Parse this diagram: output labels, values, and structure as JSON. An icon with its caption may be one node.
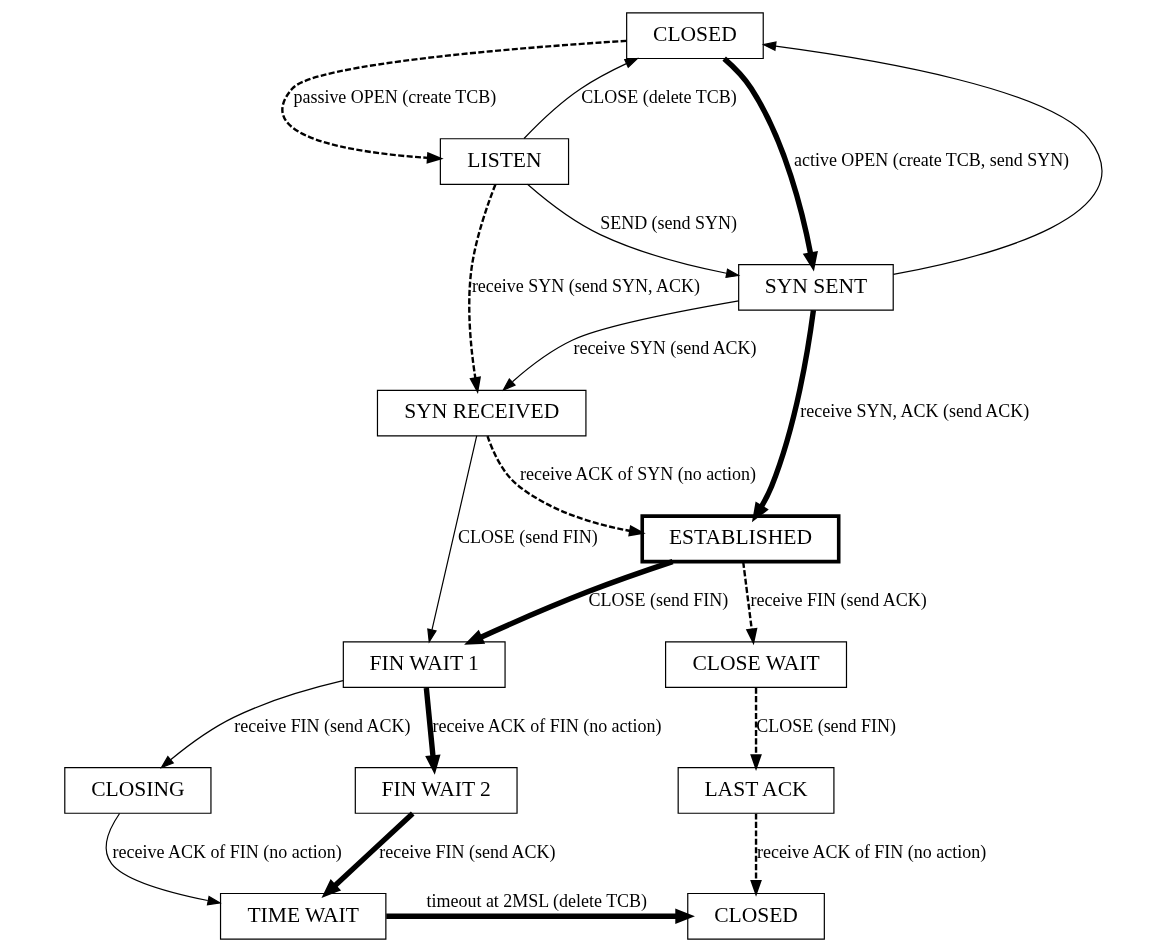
{
  "diagram": {
    "nodes": [
      {
        "text": [
          "CLOSED"
        ]
      },
      {
        "text": [
          "LISTEN"
        ]
      },
      {
        "text": [
          "SYN RECEIVED"
        ]
      },
      {
        "text": [
          "SYN SENT"
        ]
      },
      {
        "text": [
          "ESTABLISHED"
        ]
      },
      {
        "text": [
          "FIN WAIT 1"
        ]
      },
      {
        "text": [
          "CLOSE WAIT"
        ]
      },
      {
        "text": [
          "FIN WAIT 2"
        ]
      },
      {
        "text": [
          "CLOSING"
        ]
      },
      {
        "text": [
          "LAST ACK"
        ]
      },
      {
        "text": [
          "TIME WAIT"
        ]
      },
      {
        "text": [
          "CLOSED"
        ]
      }
    ],
    "edges": [
      {
        "from": 0,
        "to": 1,
        "arrow": "to",
        "style": "dashed",
        "label": "passive OPEN (create TCB)"
      },
      {
        "from": 1,
        "to": 0,
        "arrow": "to",
        "label": "CLOSE (delete TCB)"
      },
      {
        "from": 0,
        "to": 3,
        "arrow": "to",
        "style": "thick",
        "label": "active OPEN (create TCB, send SYN)"
      },
      {
        "from": 3,
        "to": 0,
        "arrow": "to"
      },
      {
        "from": 1,
        "to": 2,
        "arrow": "to",
        "style": "dashed",
        "label": "receive SYN (send SYN, ACK)"
      },
      {
        "from": 1,
        "to": 3,
        "arrow": "to",
        "label": "SEND (send SYN)"
      },
      {
        "from": 3,
        "to": 2,
        "arrow": "to",
        "label": "receive SYN (send ACK)"
      },
      {
        "from": 2,
        "to": 4,
        "arrow": "to",
        "style": "dashed",
        "label": "receive ACK of SYN (no action)"
      },
      {
        "from": 3,
        "to": 4,
        "arrow": "to",
        "style": "thick",
        "label": "receive SYN, ACK (send ACK)"
      },
      {
        "from": 2,
        "to": 5,
        "arrow": "to",
        "label": "CLOSE (send FIN)"
      },
      {
        "from": 4,
        "to": 5,
        "arrow": "to",
        "style": "thick",
        "label": "CLOSE (send FIN)"
      },
      {
        "from": 4,
        "to": 6,
        "arrow": "to",
        "style": "dashed",
        "label": "receive FIN (send ACK)"
      },
      {
        "from": 5,
        "to": 7,
        "arrow": "to",
        "style": "thick",
        "label": "receive ACK of FIN (no action)"
      },
      {
        "from": 5,
        "to": 8,
        "arrow": "to",
        "label": "receive FIN (send ACK)"
      },
      {
        "from": 6,
        "to": 9,
        "arrow": "to",
        "style": "dashed",
        "label": "CLOSE (send FIN)"
      },
      {
        "from": 7,
        "to": 10,
        "arrow": "to",
        "style": "thick",
        "label": "receive FIN (send ACK)"
      },
      {
        "from": 8,
        "to": 10,
        "arrow": "to",
        "label": "receive ACK of FIN (no action)"
      },
      {
        "from": 9,
        "to": 11,
        "arrow": "to",
        "style": "dashed",
        "label": "receive ACK of FIN (no action)"
      },
      {
        "from": 10,
        "to": 11,
        "arrow": "to",
        "style": "thick",
        "label": "timeout at 2MSL (delete TCB)"
      }
    ]
  }
}
